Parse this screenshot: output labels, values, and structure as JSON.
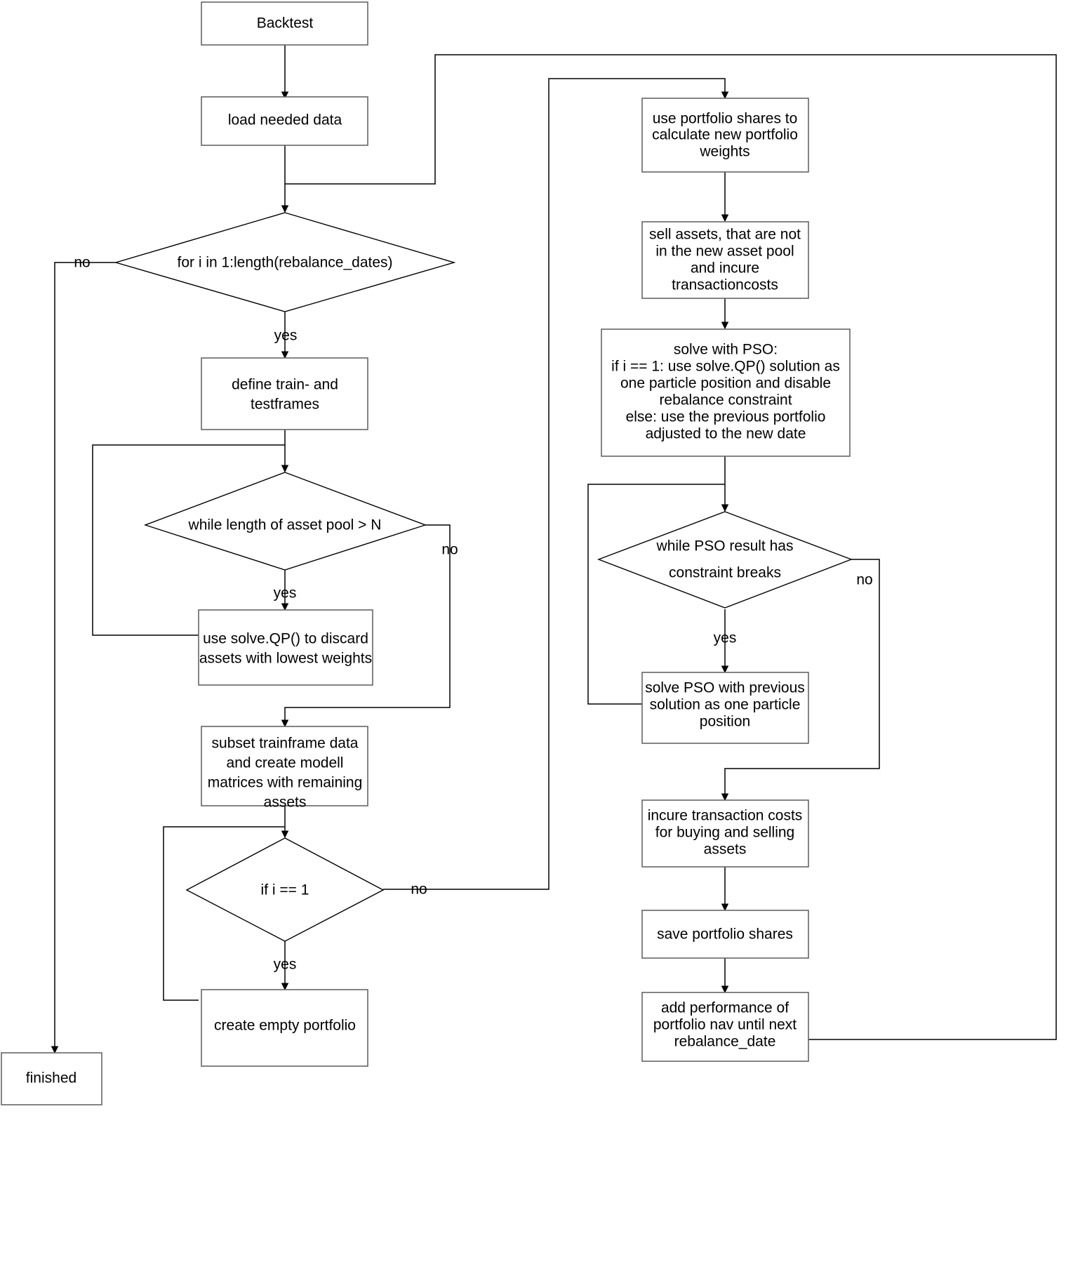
{
  "diagram": {
    "title": "Backtest flowchart",
    "colors": {
      "background": "#ffffff",
      "box_stroke": "#666666",
      "diamond_stroke": "#000000",
      "edge_stroke": "#000000",
      "text": "#000000"
    },
    "nodes": [
      {
        "id": "backtest",
        "type": "process",
        "lines": [
          "Backtest"
        ]
      },
      {
        "id": "load_data",
        "type": "process",
        "lines": [
          "load needed data"
        ]
      },
      {
        "id": "for_loop",
        "type": "decision",
        "lines": [
          "for i in 1:length(rebalance_dates)"
        ]
      },
      {
        "id": "define_frames",
        "type": "process",
        "lines": [
          "define train- and",
          "testframes"
        ]
      },
      {
        "id": "while_pool",
        "type": "decision",
        "lines": [
          "while length of asset pool > N"
        ]
      },
      {
        "id": "solve_qp",
        "type": "process",
        "lines": [
          "use solve.QP() to discard",
          "assets with lowest weights"
        ]
      },
      {
        "id": "subset_train",
        "type": "process",
        "lines": [
          "subset trainframe data",
          "and create modell",
          "matrices with remaining",
          "assets"
        ]
      },
      {
        "id": "if_i_eq_1",
        "type": "decision",
        "lines": [
          "if i == 1"
        ]
      },
      {
        "id": "create_empty",
        "type": "process",
        "lines": [
          "create empty portfolio"
        ]
      },
      {
        "id": "finished",
        "type": "process",
        "lines": [
          "finished"
        ]
      },
      {
        "id": "calc_weights",
        "type": "process",
        "lines": [
          "use portfolio shares to",
          "calculate new portfolio",
          "weights"
        ]
      },
      {
        "id": "sell_assets",
        "type": "process",
        "lines": [
          "sell assets, that are not",
          "in the new asset pool",
          "and incure",
          "transactioncosts"
        ]
      },
      {
        "id": "solve_pso",
        "type": "process",
        "lines": [
          "solve with PSO:",
          "if i == 1: use solve.QP() solution as",
          "one particle position and disable",
          "rebalance constraint",
          "else: use the previous portfolio",
          "adjusted to the new date"
        ]
      },
      {
        "id": "while_breaks",
        "type": "decision",
        "lines": [
          "while PSO result has",
          "constraint breaks"
        ]
      },
      {
        "id": "solve_pso_prev",
        "type": "process",
        "lines": [
          "solve PSO with previous",
          "solution as one particle",
          "position"
        ]
      },
      {
        "id": "incure_costs",
        "type": "process",
        "lines": [
          "incure transaction costs",
          "for buying and selling",
          "assets"
        ]
      },
      {
        "id": "save_shares",
        "type": "process",
        "lines": [
          "save portfolio shares"
        ]
      },
      {
        "id": "add_perf",
        "type": "process",
        "lines": [
          "add performance of",
          "portfolio nav until next",
          "rebalance_date"
        ]
      }
    ],
    "edge_labels": [
      {
        "id": "for_loop_no",
        "text": "no"
      },
      {
        "id": "for_loop_yes",
        "text": "yes"
      },
      {
        "id": "while_pool_no",
        "text": "no"
      },
      {
        "id": "while_pool_yes",
        "text": "yes"
      },
      {
        "id": "if_i_eq_1_no",
        "text": "no"
      },
      {
        "id": "if_i_eq_1_yes",
        "text": "yes"
      },
      {
        "id": "while_breaks_no",
        "text": "no"
      },
      {
        "id": "while_breaks_yes",
        "text": "yes"
      }
    ]
  }
}
